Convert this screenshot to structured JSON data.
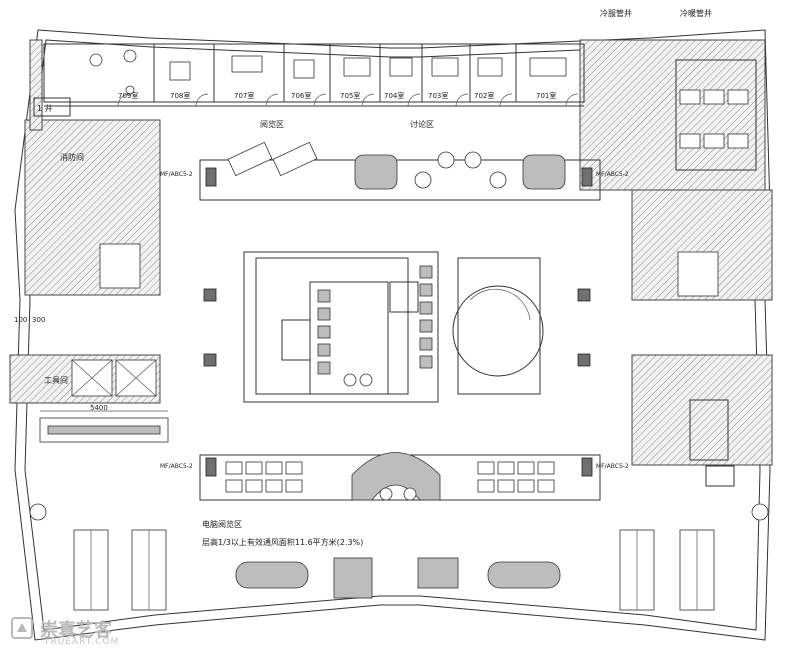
{
  "labels": {
    "freight_shaft": "冷服管井",
    "cold_shaft": "冷暖管井",
    "room_709": "709室",
    "room_708": "708室",
    "room_707": "707室",
    "room_706": "706室",
    "room_705": "705室",
    "room_704": "704室",
    "room_703": "703室",
    "room_702": "702室",
    "room_701": "701室",
    "discussion_area": "讨论区",
    "reading_area": "阅览区",
    "fire_room": "消防间",
    "tool_room": "工具间",
    "computer_area": "电脑阅览区",
    "ventilation_note": "层高1/3以上有效通风面积11.6平方米(2.3%)",
    "fire_door_left_top": "MF/ABC5-2",
    "fire_door_right_top": "MF/ABC5-2",
    "fire_door_left_bottom": "MF/ABC5-2",
    "fire_door_right_bottom": "MF/ABC5-2",
    "dim_5400": "5400",
    "dim_100": "100",
    "dim_300": "300",
    "shaft_label": "1 井",
    "watermark": "崇真艺客",
    "watermark_sub": "TRUEART.COM"
  },
  "colors": {
    "line": "#333333",
    "hatch": "#8a8a8a",
    "watermark": "#b8b8b8"
  }
}
